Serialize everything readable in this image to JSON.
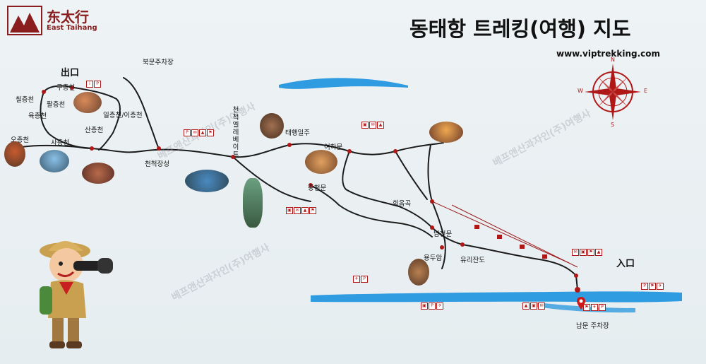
{
  "header": {
    "logo_cn": "东太行",
    "logo_en": "East Taihang",
    "title": "동태항 트레킹(여행) 지도",
    "url": "www.viptrekking.com"
  },
  "places": {
    "exit": "出口",
    "entrance": "入口",
    "north_parking": "북문주차장",
    "south_parking": "남문 주차장",
    "p9": "구층천",
    "p8": "팔층천",
    "p7": "칠층천",
    "p6": "육층천",
    "p5": "오층천",
    "p4": "사층천",
    "p3": "산층천",
    "p21": "일층천/이층천",
    "great_wall": "천척장성",
    "elevator": "천척엘레베이트",
    "taihang_pillar": "태행일주",
    "yeoha_gate": "여하문",
    "middle_gate": "중천문",
    "hoeumgok": "회음곡",
    "south_gate": "남천문",
    "yongduam": "용두암",
    "glass_path": "유리잔도"
  },
  "watermarks": [
    "베프앤산과자인(주)여행사",
    "베프앤산과자인(주)여행사",
    "베프앤산과자인(주)여행사"
  ],
  "compass": {
    "n": "N",
    "s": "S",
    "e": "E",
    "w": "W"
  },
  "chart_data": {
    "type": "map",
    "title": "동태항 트레킹(여행) 지도",
    "features": [
      "trekking trail",
      "cable car line",
      "river",
      "viewpoint photos",
      "facility icons",
      "compass rose"
    ]
  }
}
